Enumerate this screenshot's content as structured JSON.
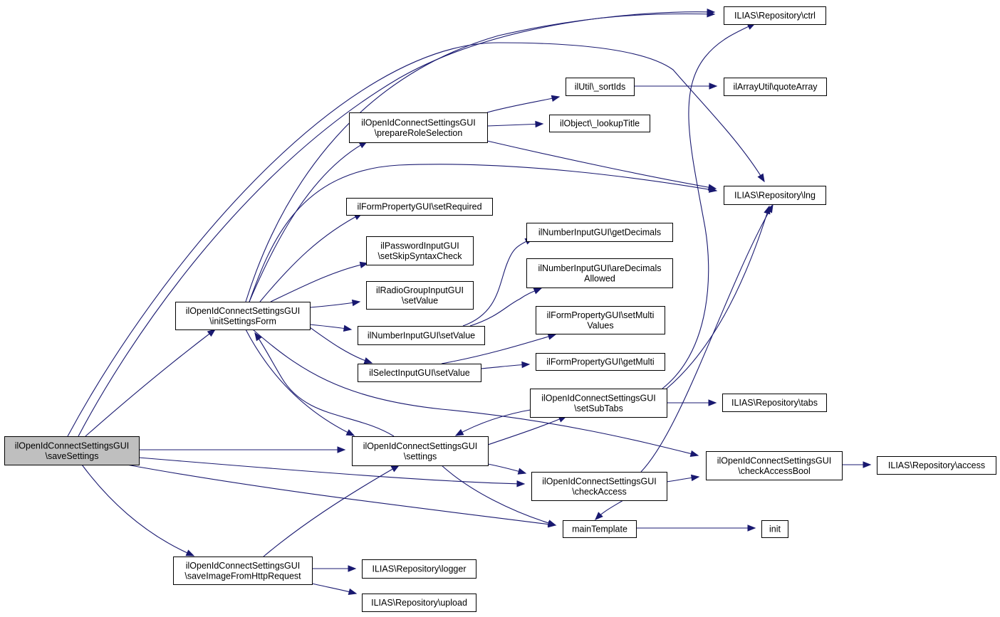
{
  "diagram": {
    "nodes": [
      {
        "id": "root",
        "lines": [
          "ilOpenIdConnectSettingsGUI",
          "\\saveSettings"
        ],
        "highlight": true
      },
      {
        "id": "init",
        "lines": [
          "ilOpenIdConnectSettingsGUI",
          "\\initSettingsForm"
        ]
      },
      {
        "id": "img",
        "lines": [
          "ilOpenIdConnectSettingsGUI",
          "\\saveImageFromHttpRequest"
        ]
      },
      {
        "id": "prep",
        "lines": [
          "ilOpenIdConnectSettingsGUI",
          "\\prepareRoleSelection"
        ]
      },
      {
        "id": "req",
        "lines": [
          "ilFormPropertyGUI\\setRequired"
        ]
      },
      {
        "id": "pwd",
        "lines": [
          "ilPasswordInputGUI",
          "\\setSkipSyntaxCheck"
        ]
      },
      {
        "id": "radio",
        "lines": [
          "ilRadioGroupInputGUI",
          "\\setValue"
        ]
      },
      {
        "id": "num",
        "lines": [
          "ilNumberInputGUI\\setValue"
        ]
      },
      {
        "id": "sel",
        "lines": [
          "ilSelectInputGUI\\setValue"
        ]
      },
      {
        "id": "set",
        "lines": [
          "ilOpenIdConnectSettingsGUI",
          "\\settings"
        ]
      },
      {
        "id": "log",
        "lines": [
          "ILIAS\\Repository\\logger"
        ]
      },
      {
        "id": "upl",
        "lines": [
          "ILIAS\\Repository\\upload"
        ]
      },
      {
        "id": "sort",
        "lines": [
          "ilUtil\\_sortIds"
        ]
      },
      {
        "id": "look",
        "lines": [
          "ilObject\\_lookupTitle"
        ]
      },
      {
        "id": "dec",
        "lines": [
          "ilNumberInputGUI\\getDecimals"
        ]
      },
      {
        "id": "decA",
        "lines": [
          "ilNumberInputGUI\\areDecimals",
          "Allowed"
        ]
      },
      {
        "id": "multi",
        "lines": [
          "ilFormPropertyGUI\\setMulti",
          "Values"
        ]
      },
      {
        "id": "gmul",
        "lines": [
          "ilFormPropertyGUI\\getMulti"
        ]
      },
      {
        "id": "sub",
        "lines": [
          "ilOpenIdConnectSettingsGUI",
          "\\setSubTabs"
        ]
      },
      {
        "id": "chk",
        "lines": [
          "ilOpenIdConnectSettingsGUI",
          "\\checkAccess"
        ]
      },
      {
        "id": "main",
        "lines": [
          "mainTemplate"
        ]
      },
      {
        "id": "ctrl",
        "lines": [
          "ILIAS\\Repository\\ctrl"
        ]
      },
      {
        "id": "quote",
        "lines": [
          "ilArrayUtil\\quoteArray"
        ]
      },
      {
        "id": "lng",
        "lines": [
          "ILIAS\\Repository\\lng"
        ]
      },
      {
        "id": "tabs",
        "lines": [
          "ILIAS\\Repository\\tabs"
        ]
      },
      {
        "id": "cab",
        "lines": [
          "ilOpenIdConnectSettingsGUI",
          "\\checkAccessBool"
        ]
      },
      {
        "id": "acc",
        "lines": [
          "ILIAS\\Repository\\access"
        ]
      },
      {
        "id": "ini",
        "lines": [
          "init"
        ]
      }
    ],
    "edges": [
      {
        "from": "root",
        "to": "ctrl"
      },
      {
        "from": "root",
        "to": "lng"
      },
      {
        "from": "root",
        "to": "init"
      },
      {
        "from": "root",
        "to": "set"
      },
      {
        "from": "root",
        "to": "chk"
      },
      {
        "from": "root",
        "to": "main"
      },
      {
        "from": "root",
        "to": "img"
      },
      {
        "from": "init",
        "to": "ctrl"
      },
      {
        "from": "init",
        "to": "prep"
      },
      {
        "from": "init",
        "to": "lng"
      },
      {
        "from": "init",
        "to": "req"
      },
      {
        "from": "init",
        "to": "pwd"
      },
      {
        "from": "init",
        "to": "radio"
      },
      {
        "from": "init",
        "to": "num"
      },
      {
        "from": "init",
        "to": "sel"
      },
      {
        "from": "init",
        "to": "set"
      },
      {
        "from": "init",
        "to": "cab"
      },
      {
        "from": "set",
        "to": "init"
      },
      {
        "from": "prep",
        "to": "sort"
      },
      {
        "from": "prep",
        "to": "look"
      },
      {
        "from": "prep",
        "to": "lng"
      },
      {
        "from": "sort",
        "to": "quote"
      },
      {
        "from": "num",
        "to": "dec"
      },
      {
        "from": "num",
        "to": "decA"
      },
      {
        "from": "sel",
        "to": "multi"
      },
      {
        "from": "sel",
        "to": "gmul"
      },
      {
        "from": "set",
        "to": "sub"
      },
      {
        "from": "sub",
        "to": "set"
      },
      {
        "from": "sub",
        "to": "ctrl"
      },
      {
        "from": "sub",
        "to": "lng"
      },
      {
        "from": "sub",
        "to": "tabs"
      },
      {
        "from": "set",
        "to": "chk"
      },
      {
        "from": "set",
        "to": "main"
      },
      {
        "from": "chk",
        "to": "cab"
      },
      {
        "from": "chk",
        "to": "lng"
      },
      {
        "from": "chk",
        "to": "main"
      },
      {
        "from": "cab",
        "to": "acc"
      },
      {
        "from": "main",
        "to": "ini"
      },
      {
        "from": "img",
        "to": "set"
      },
      {
        "from": "img",
        "to": "log"
      },
      {
        "from": "img",
        "to": "upl"
      }
    ]
  }
}
